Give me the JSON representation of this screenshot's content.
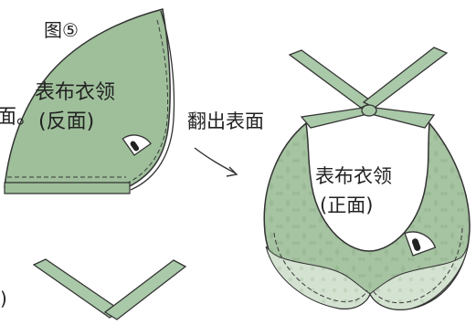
{
  "figure": {
    "label": "图⑤"
  },
  "left_piece": {
    "text_main": "表布衣领",
    "text_sub": "(反面)",
    "prefix_text": "面。"
  },
  "arrow": {
    "text": "翻出表面"
  },
  "collar": {
    "text_main": "表布衣领",
    "text_sub": "(正面)"
  },
  "bottom_left": {
    "marker_text": ")"
  },
  "colors": {
    "fabric_back": "#9ebf9a",
    "fabric_front": "#a6c3a2",
    "tie": "#a9c9a8",
    "outline": "#333333",
    "stitch": "#3a3a3a",
    "iron_fill": "#ffffff"
  },
  "icons": [
    "iron-icon",
    "bow-tie-icon",
    "arrow-icon",
    "circled-5-icon"
  ]
}
